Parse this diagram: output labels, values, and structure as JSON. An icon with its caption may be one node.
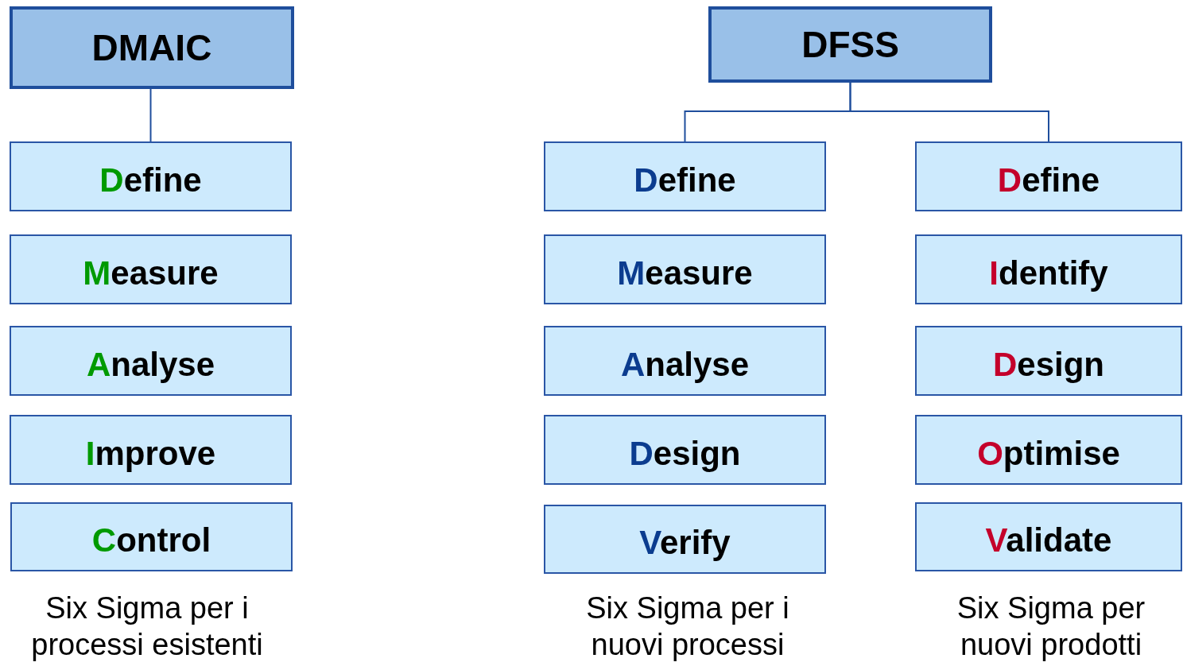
{
  "diagram": {
    "nodes": [
      {
        "text": [
          "DMAIC"
        ]
      },
      {
        "text": [
          "Define"
        ]
      },
      {
        "text": [
          "Measure"
        ]
      },
      {
        "text": [
          "Analyse"
        ]
      },
      {
        "text": [
          "Improve"
        ]
      },
      {
        "text": [
          "Control"
        ]
      },
      {
        "text": [
          "DFSS"
        ]
      },
      {
        "text": [
          "Define"
        ]
      },
      {
        "text": [
          "Measure"
        ]
      },
      {
        "text": [
          "Analyse"
        ]
      },
      {
        "text": [
          "Design"
        ]
      },
      {
        "text": [
          "Verify"
        ]
      },
      {
        "text": [
          "Define"
        ]
      },
      {
        "text": [
          "Identify"
        ]
      },
      {
        "text": [
          "Design"
        ]
      },
      {
        "text": [
          "Optimise"
        ]
      },
      {
        "text": [
          "Validate"
        ]
      }
    ],
    "edges": [
      {
        "from": 0,
        "to": 1,
        "arrow": "none"
      },
      {
        "from": 6,
        "to": 7,
        "arrow": "none"
      },
      {
        "from": 6,
        "to": 12,
        "arrow": "none"
      }
    ],
    "labels": [
      "Six Sigma per i processi esistenti",
      "Six Sigma per i nuovi processi",
      "Six Sigma per nuovi prodotti"
    ]
  }
}
